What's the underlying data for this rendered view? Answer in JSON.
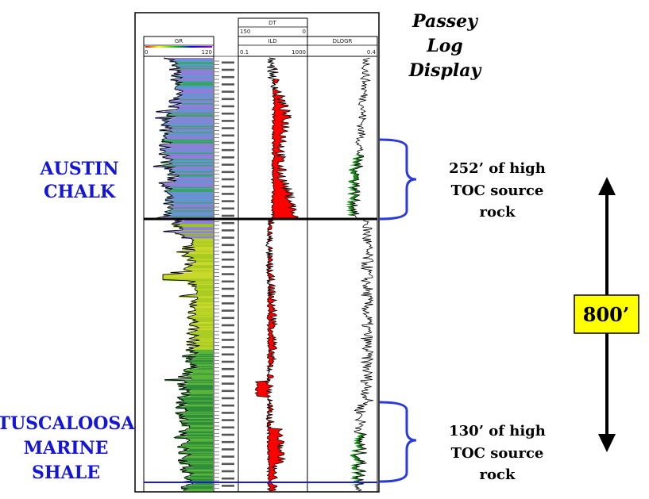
{
  "title_lines": [
    "Passey",
    "Log",
    "Display"
  ],
  "tracks": {
    "dt": {
      "name": "DT",
      "scale_left": "150",
      "scale_right": "0"
    },
    "gr": {
      "name": "GR",
      "scale_left": "0",
      "scale_right": "120"
    },
    "ild": {
      "name": "ILD",
      "scale_left": "0.1",
      "scale_right": "1000"
    },
    "dlogr": {
      "name": "DLOGR",
      "scale_right": "0.4"
    }
  },
  "formations": {
    "austin": [
      "AUSTIN",
      "CHALK"
    ],
    "tuscaloosa": [
      "TUSCALOOSA",
      "MARINE",
      "SHALE"
    ]
  },
  "annotations": {
    "upper": [
      "252’ of high",
      "TOC source",
      "rock"
    ],
    "lower": [
      "130’ of high",
      "TOC source",
      "rock"
    ]
  },
  "thickness_label": "800’",
  "colors": {
    "formation_text": "#1515d6",
    "brace": "#2a3ad8",
    "marker_line": "#1b1bd0",
    "ild_fill": "#ff0000",
    "dlogr_fill": "#1a8a1a",
    "gr_upper": "#8f7fd8",
    "gr_lower": "#9cc720",
    "label_box": "#ffff00"
  }
}
